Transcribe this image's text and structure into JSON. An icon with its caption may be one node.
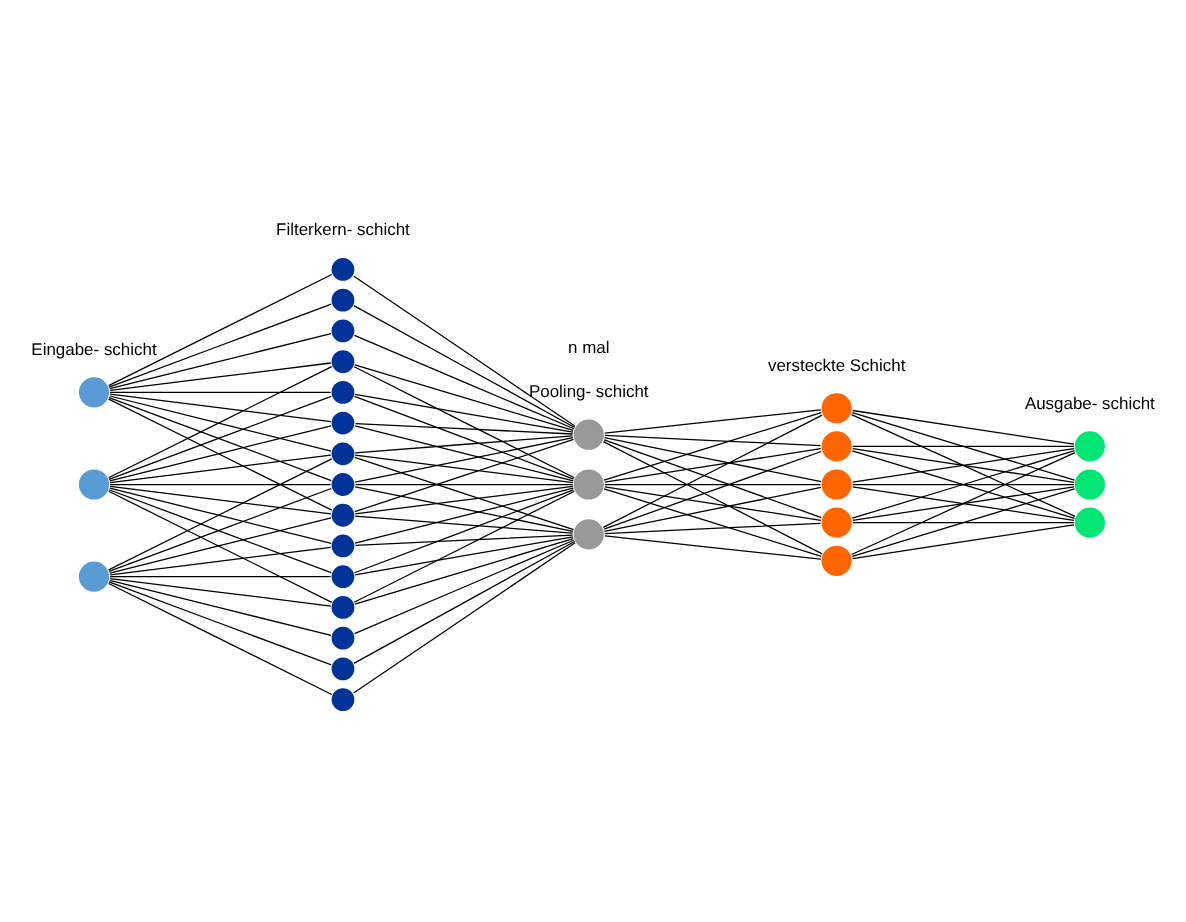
{
  "diagram": {
    "nodes": [
      {
        "text": [],
        "shape": "circle"
      },
      {
        "text": [],
        "shape": "circle"
      },
      {
        "text": [],
        "shape": "circle"
      },
      {
        "text": [],
        "shape": "circle"
      },
      {
        "text": [],
        "shape": "circle"
      },
      {
        "text": [],
        "shape": "circle"
      },
      {
        "text": [],
        "shape": "circle"
      },
      {
        "text": [],
        "shape": "circle"
      },
      {
        "text": [],
        "shape": "circle"
      },
      {
        "text": [],
        "shape": "circle"
      },
      {
        "text": [],
        "shape": "circle"
      },
      {
        "text": [],
        "shape": "circle"
      },
      {
        "text": [],
        "shape": "circle"
      },
      {
        "text": [],
        "shape": "circle"
      },
      {
        "text": [],
        "shape": "circle"
      },
      {
        "text": [],
        "shape": "circle"
      },
      {
        "text": [],
        "shape": "circle"
      },
      {
        "text": [],
        "shape": "circle"
      },
      {
        "text": [],
        "shape": "circle"
      },
      {
        "text": [],
        "shape": "circle"
      },
      {
        "text": [],
        "shape": "circle"
      },
      {
        "text": [],
        "shape": "circle"
      },
      {
        "text": [],
        "shape": "circle"
      },
      {
        "text": [],
        "shape": "circle"
      },
      {
        "text": [],
        "shape": "circle"
      },
      {
        "text": [],
        "shape": "circle"
      },
      {
        "text": [],
        "shape": "circle"
      },
      {
        "text": [],
        "shape": "circle"
      },
      {
        "text": [],
        "shape": "circle"
      }
    ],
    "edges": [
      {
        "from": 0,
        "to": 3,
        "arrow": "none"
      },
      {
        "from": 0,
        "to": 4,
        "arrow": "none"
      },
      {
        "from": 0,
        "to": 5,
        "arrow": "none"
      },
      {
        "from": 0,
        "to": 6,
        "arrow": "none"
      },
      {
        "from": 0,
        "to": 7,
        "arrow": "none"
      },
      {
        "from": 0,
        "to": 8,
        "arrow": "none"
      },
      {
        "from": 0,
        "to": 9,
        "arrow": "none"
      },
      {
        "from": 0,
        "to": 10,
        "arrow": "none"
      },
      {
        "from": 0,
        "to": 11,
        "arrow": "none"
      },
      {
        "from": 1,
        "to": 6,
        "arrow": "none"
      },
      {
        "from": 1,
        "to": 7,
        "arrow": "none"
      },
      {
        "from": 1,
        "to": 8,
        "arrow": "none"
      },
      {
        "from": 1,
        "to": 9,
        "arrow": "none"
      },
      {
        "from": 1,
        "to": 10,
        "arrow": "none"
      },
      {
        "from": 1,
        "to": 11,
        "arrow": "none"
      },
      {
        "from": 1,
        "to": 12,
        "arrow": "none"
      },
      {
        "from": 1,
        "to": 13,
        "arrow": "none"
      },
      {
        "from": 1,
        "to": 14,
        "arrow": "none"
      },
      {
        "from": 2,
        "to": 9,
        "arrow": "none"
      },
      {
        "from": 2,
        "to": 10,
        "arrow": "none"
      },
      {
        "from": 2,
        "to": 11,
        "arrow": "none"
      },
      {
        "from": 2,
        "to": 12,
        "arrow": "none"
      },
      {
        "from": 2,
        "to": 13,
        "arrow": "none"
      },
      {
        "from": 2,
        "to": 14,
        "arrow": "none"
      },
      {
        "from": 2,
        "to": 15,
        "arrow": "none"
      },
      {
        "from": 2,
        "to": 16,
        "arrow": "none"
      },
      {
        "from": 2,
        "to": 17,
        "arrow": "none"
      },
      {
        "from": 3,
        "to": 18,
        "arrow": "none"
      },
      {
        "from": 4,
        "to": 18,
        "arrow": "none"
      },
      {
        "from": 5,
        "to": 18,
        "arrow": "none"
      },
      {
        "from": 6,
        "to": 18,
        "arrow": "none"
      },
      {
        "from": 7,
        "to": 18,
        "arrow": "none"
      },
      {
        "from": 8,
        "to": 18,
        "arrow": "none"
      },
      {
        "from": 9,
        "to": 18,
        "arrow": "none"
      },
      {
        "from": 10,
        "to": 18,
        "arrow": "none"
      },
      {
        "from": 11,
        "to": 18,
        "arrow": "none"
      },
      {
        "from": 6,
        "to": 19,
        "arrow": "none"
      },
      {
        "from": 7,
        "to": 19,
        "arrow": "none"
      },
      {
        "from": 8,
        "to": 19,
        "arrow": "none"
      },
      {
        "from": 9,
        "to": 19,
        "arrow": "none"
      },
      {
        "from": 10,
        "to": 19,
        "arrow": "none"
      },
      {
        "from": 11,
        "to": 19,
        "arrow": "none"
      },
      {
        "from": 12,
        "to": 19,
        "arrow": "none"
      },
      {
        "from": 13,
        "to": 19,
        "arrow": "none"
      },
      {
        "from": 14,
        "to": 19,
        "arrow": "none"
      },
      {
        "from": 9,
        "to": 20,
        "arrow": "none"
      },
      {
        "from": 10,
        "to": 20,
        "arrow": "none"
      },
      {
        "from": 11,
        "to": 20,
        "arrow": "none"
      },
      {
        "from": 12,
        "to": 20,
        "arrow": "none"
      },
      {
        "from": 13,
        "to": 20,
        "arrow": "none"
      },
      {
        "from": 14,
        "to": 20,
        "arrow": "none"
      },
      {
        "from": 15,
        "to": 20,
        "arrow": "none"
      },
      {
        "from": 16,
        "to": 20,
        "arrow": "none"
      },
      {
        "from": 17,
        "to": 20,
        "arrow": "none"
      },
      {
        "from": 18,
        "to": 21,
        "arrow": "none"
      },
      {
        "from": 18,
        "to": 22,
        "arrow": "none"
      },
      {
        "from": 18,
        "to": 23,
        "arrow": "none"
      },
      {
        "from": 18,
        "to": 24,
        "arrow": "none"
      },
      {
        "from": 18,
        "to": 25,
        "arrow": "none"
      },
      {
        "from": 19,
        "to": 21,
        "arrow": "none"
      },
      {
        "from": 19,
        "to": 22,
        "arrow": "none"
      },
      {
        "from": 19,
        "to": 23,
        "arrow": "none"
      },
      {
        "from": 19,
        "to": 24,
        "arrow": "none"
      },
      {
        "from": 19,
        "to": 25,
        "arrow": "none"
      },
      {
        "from": 20,
        "to": 21,
        "arrow": "none"
      },
      {
        "from": 20,
        "to": 22,
        "arrow": "none"
      },
      {
        "from": 20,
        "to": 23,
        "arrow": "none"
      },
      {
        "from": 20,
        "to": 24,
        "arrow": "none"
      },
      {
        "from": 20,
        "to": 25,
        "arrow": "none"
      },
      {
        "from": 21,
        "to": 26,
        "arrow": "none"
      },
      {
        "from": 21,
        "to": 27,
        "arrow": "none"
      },
      {
        "from": 21,
        "to": 28,
        "arrow": "none"
      },
      {
        "from": 22,
        "to": 26,
        "arrow": "none"
      },
      {
        "from": 22,
        "to": 27,
        "arrow": "none"
      },
      {
        "from": 22,
        "to": 28,
        "arrow": "none"
      },
      {
        "from": 23,
        "to": 26,
        "arrow": "none"
      },
      {
        "from": 23,
        "to": 27,
        "arrow": "none"
      },
      {
        "from": 23,
        "to": 28,
        "arrow": "none"
      },
      {
        "from": 24,
        "to": 26,
        "arrow": "none"
      },
      {
        "from": 24,
        "to": 27,
        "arrow": "none"
      },
      {
        "from": 24,
        "to": 28,
        "arrow": "none"
      },
      {
        "from": 25,
        "to": 26,
        "arrow": "none"
      },
      {
        "from": 25,
        "to": 27,
        "arrow": "none"
      },
      {
        "from": 25,
        "to": 28,
        "arrow": "none"
      }
    ],
    "labels": [
      "Eingabe- schicht",
      "Filterkern- schicht",
      "Pooling- schicht",
      "versteckte Schicht",
      "Ausgabe- schicht",
      "n mal"
    ]
  }
}
